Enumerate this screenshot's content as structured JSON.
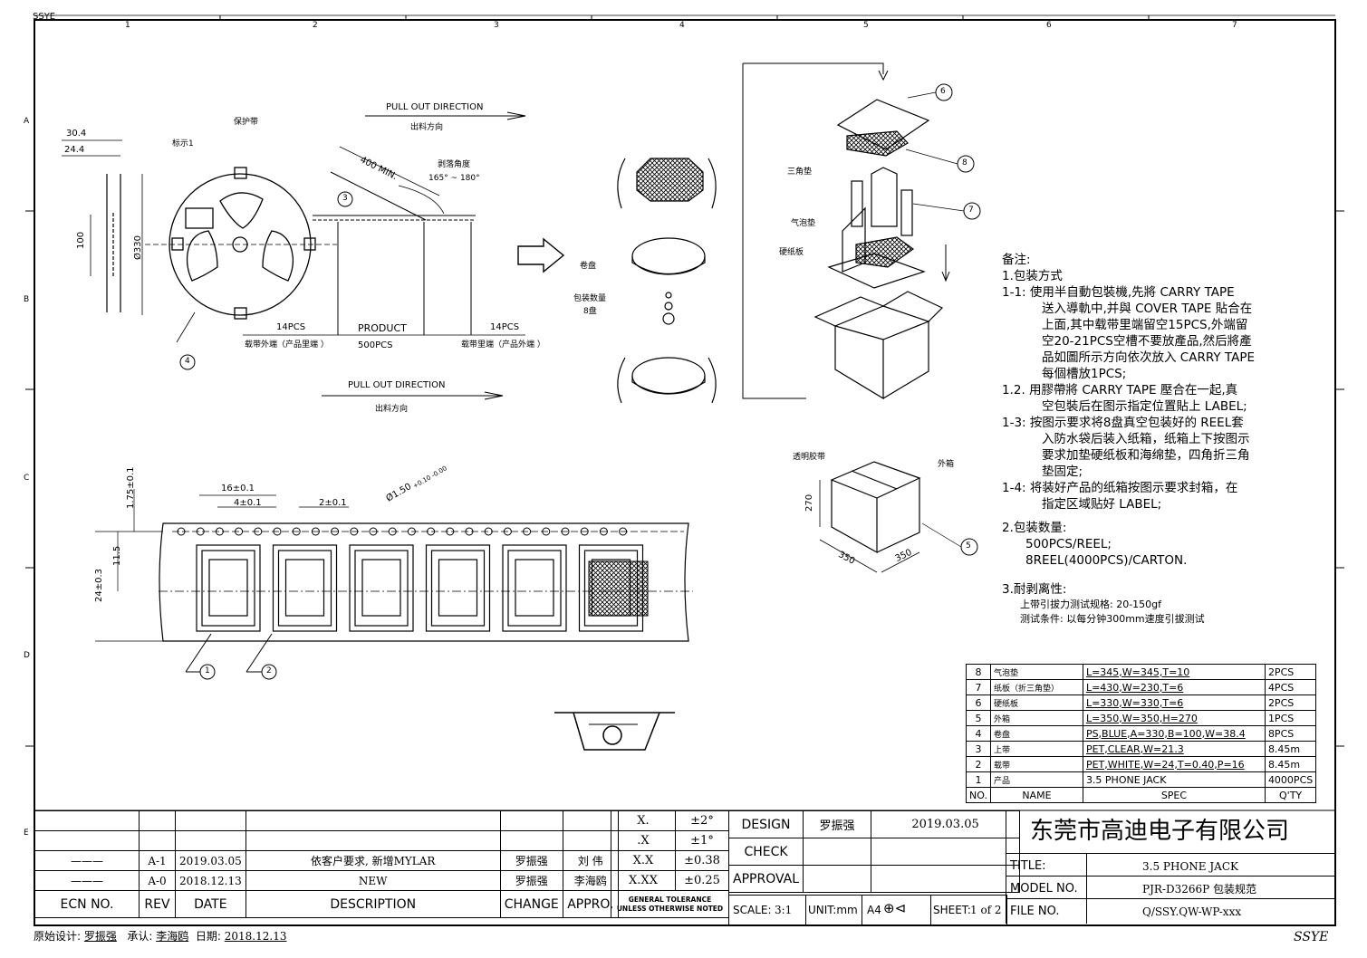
{
  "corner_label": "SSYE",
  "bottom_right_mark": "SSYE",
  "grid_top": [
    "1",
    "2",
    "3",
    "4",
    "5",
    "6",
    "7"
  ],
  "grid_left": [
    "A",
    "B",
    "C",
    "D",
    "E"
  ],
  "reel_view": {
    "dim_30_4": "30.4",
    "dim_24_4": "24.4",
    "dim_100": "100",
    "dim_330": "Ø330",
    "label_mark": "标示1",
    "label_cover": "保护带",
    "pull_out": "PULL OUT DIRECTION",
    "pull_out_cn": "出料方向",
    "min_400": "400 MIN.",
    "peel_angle": "剥落角度",
    "peel_range": "165° ~ 180°",
    "pcs_left": "14PCS",
    "product": "PRODUCT",
    "pcs_right": "14PCS",
    "tape_outer": "载带外端（产品里端 ）",
    "qty_500": "500PCS",
    "tape_inner": "载带里端（产品外端 ）",
    "callout_3": "3",
    "callout_4": "4"
  },
  "pack_view": {
    "reel_label": "卷盘",
    "qty_label": "包装数量",
    "qty_value": "8盘",
    "tri_pad": "三角垫",
    "bubble_pad": "气泡垫",
    "cardboard": "硬纸板",
    "tape_clear": "透明胶带",
    "outer_box": "外箱",
    "callout_5": "5",
    "callout_6": "6",
    "callout_7": "7",
    "callout_8": "8",
    "dim_270": "270",
    "dim_350a": "350",
    "dim_350b": "350"
  },
  "tape_view": {
    "dim_1_75": "1.75±0.1",
    "dim_16": "16±0.1",
    "dim_4": "4±0.1",
    "dim_2": "2±0.1",
    "dim_hole": "Ø1.50",
    "dim_hole_tol": "+0.10 -0.00",
    "dim_11_5": "11.5",
    "dim_24": "24±0.3",
    "callout_1": "1",
    "callout_2": "2"
  },
  "notes": {
    "head": "备注:",
    "s1": "1.包装方式",
    "l1": [
      "1-1:  使用半自動包裝機,先將 CARRY TAPE",
      "送入導軌中,并與 COVER TAPE 貼合在",
      "上面,其中载带里端留空15PCS,外端留",
      "空20-21PCS空槽不要放產品,然后將產",
      "品如圖所示方向依次放入 CARRY TAPE",
      "每個槽放1PCS;"
    ],
    "l2": [
      "1.2.  用膠帶將 CARRY TAPE 壓合在一起,真",
      "空包裝后在图示指定位置貼上 LABEL;"
    ],
    "l3": [
      "1-3:  按图示要求将8盘真空包装好的 REEL套",
      "入防水袋后装入纸箱，纸箱上下按图示",
      "要求加垫硬纸板和海绵垫，四角折三角",
      "垫固定;"
    ],
    "l4": [
      "1-4:  将装好产品的纸箱按图示要求封箱，在",
      "指定区域贴好 LABEL;"
    ],
    "s2": "2.包装数量:",
    "q1": "500PCS/REEL;",
    "q2": "8REEL(4000PCS)/CARTON.",
    "s3": "3.耐剥离性:",
    "p1": "上带引拔力测试规格: 20-150gf",
    "p2": "测试条件: 以每分钟300mm速度引拔测试"
  },
  "bom": {
    "rows": [
      {
        "no": "8",
        "name": "气泡垫",
        "spec": "L=345,W=345,T=10",
        "qty": "2PCS"
      },
      {
        "no": "7",
        "name": "纸板（折三角垫）",
        "spec": "L=430,W=230,T=6",
        "qty": "4PCS"
      },
      {
        "no": "6",
        "name": "硬纸板",
        "spec": "L=330,W=330,T=6",
        "qty": "2PCS"
      },
      {
        "no": "5",
        "name": "外箱",
        "spec": "L=350,W=350,H=270",
        "qty": "1PCS"
      },
      {
        "no": "4",
        "name": "卷盘",
        "spec": "PS,BLUE,A=330,B=100,W=38.4",
        "qty": "8PCS"
      },
      {
        "no": "3",
        "name": "上带",
        "spec": "PET,CLEAR,W=21.3",
        "qty": "8.45m"
      },
      {
        "no": "2",
        "name": "载带",
        "spec": "PET,WHITE,W=24,T=0.40,P=16",
        "qty": "8.45m"
      },
      {
        "no": "1",
        "name": "产品",
        "spec": "3.5 PHONE JACK",
        "qty": "4000PCS"
      }
    ],
    "header": {
      "no": "NO.",
      "name": "NAME",
      "spec": "SPEC",
      "qty": "Q'TY"
    }
  },
  "revisions": {
    "rows": [
      {
        "rev": "A-1",
        "date": "2019.03.05",
        "desc": "依客户要求, 新增MYLAR",
        "change": "罗振强",
        "appro": "刘 伟"
      },
      {
        "rev": "A-0",
        "date": "2018.12.13",
        "desc": "NEW",
        "change": "罗振强",
        "appro": "李海鸥"
      }
    ],
    "header": {
      "ecn": "ECN NO.",
      "rev": "REV",
      "date": "DATE",
      "desc": "DESCRIPTION",
      "change": "CHANGE",
      "appro": "APPRO."
    }
  },
  "tolerance": {
    "rows": [
      {
        "k": "X.",
        "v": "±2°"
      },
      {
        "k": ".X",
        "v": "±1°"
      },
      {
        "k": "X.X",
        "v": "±0.38"
      },
      {
        "k": "X.XX",
        "v": "±0.25"
      }
    ],
    "note1": "GENERAL TOLERANCE",
    "note2": "UNLESS OTHERWISE NOTED"
  },
  "approval": {
    "design_label": "DESIGN",
    "designer": "罗振强",
    "design_date": "2019.03.05",
    "check_label": "CHECK",
    "approval_label": "APPROVAL",
    "scale_label": "SCALE:",
    "scale": "3:1",
    "unit": "UNIT:mm",
    "paper": "A4",
    "sheet_label": "SHEET:",
    "sheet": "1 of 2"
  },
  "title_block": {
    "company": "东莞市高迪电子有限公司",
    "title_label": "TITLE:",
    "title": "3.5 PHONE JACK",
    "model_label": "MODEL NO.",
    "model": "PJR-D3266P 包装规范",
    "file_label": "FILE NO.",
    "file": "Q/SSY.QW-WP-xxx"
  },
  "footer": {
    "original": "原始设计:",
    "original_name": "罗振强",
    "accept": "承认:",
    "accept_name": "李海鸥",
    "date_label": "日期:",
    "date": "2018.12.13"
  }
}
